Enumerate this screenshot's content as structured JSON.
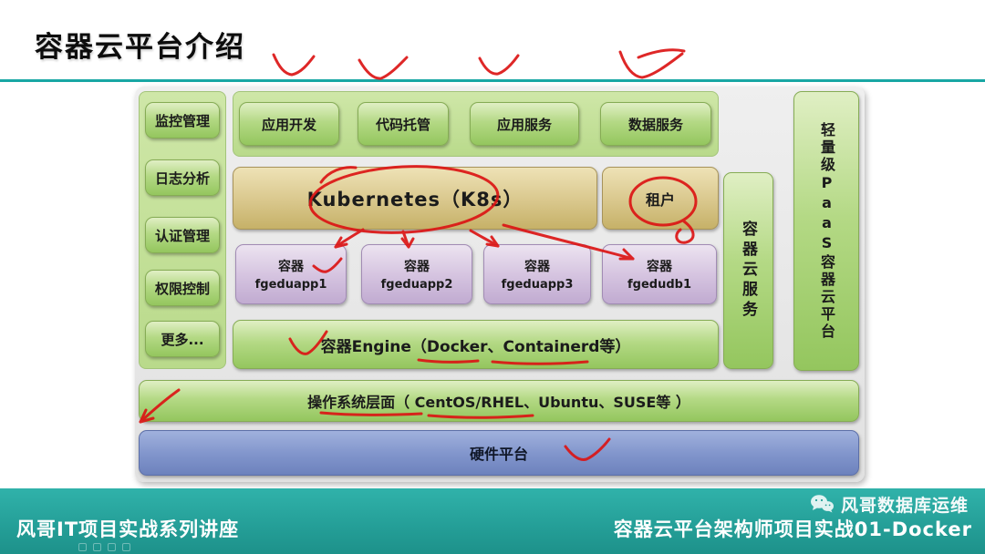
{
  "slide": {
    "title": "容器云平台介绍"
  },
  "diagram": {
    "left_menu": [
      "监控管理",
      "日志分析",
      "认证管理",
      "权限控制",
      "更多..."
    ],
    "top_services": [
      "应用开发",
      "代码托管",
      "应用服务",
      "数据服务"
    ],
    "kubernetes_label": "Kubernetes（K8s）",
    "tenant_label": "租户",
    "containers": [
      {
        "type": "容器",
        "name": "fgeduapp1"
      },
      {
        "type": "容器",
        "name": "fgeduapp2"
      },
      {
        "type": "容器",
        "name": "fgeduapp3"
      },
      {
        "type": "容器",
        "name": "fgedudb1"
      }
    ],
    "engine_label": "容器Engine（Docker、Containerd等）",
    "cloud_service_label": "容器云服务",
    "paas_label": "轻量级PaaS容器云平台",
    "os_label": "操作系统层面（ CentOS/RHEL、Ubuntu、SUSE等 ）",
    "hardware_label": "硬件平台"
  },
  "footer": {
    "series_title": "风哥IT项目实战系列讲座",
    "lesson_title": "容器云平台架构师项目实战01-Docker",
    "brand": "风哥数据库运维"
  },
  "icons": {
    "wechat": "wechat-icon"
  },
  "colors": {
    "accent_teal": "#18a7a4",
    "footer_teal": "#28a9a1",
    "green_box": "#a9d276",
    "tan_box": "#d9c98e",
    "purple_box": "#d2c0dd",
    "blue_box": "#8399cc",
    "annotation_red": "#dc1414"
  }
}
